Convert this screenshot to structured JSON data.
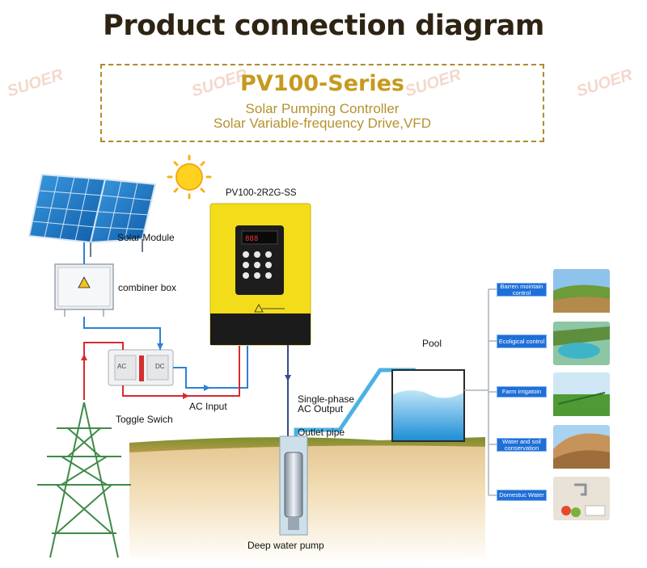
{
  "header": {
    "title": "Product connection diagram",
    "series_title": "PV100-Series",
    "subtitle_line1": "Solar Pumping Controller",
    "subtitle_line2": "Solar Variable-frequency Drive,VFD"
  },
  "watermark": "SUOER",
  "labels": {
    "solar_module": "Solar Module",
    "combiner_box": "combiner box",
    "model": "PV100-2R2G-SS",
    "toggle_switch": "Toggle Swich",
    "ac_input": "AC Input",
    "single_phase_line1": "Single-phase",
    "single_phase_line2": "AC Output",
    "outlet_pipe": "Outlet pipe",
    "pool": "Pool",
    "deep_water_pump": "Deep water pump"
  },
  "switch_labels": {
    "left": "AC",
    "right": "DC"
  },
  "applications": [
    {
      "label": "Barren mointain control",
      "image": "barren-mountain-photo"
    },
    {
      "label": "Ecoligical control",
      "image": "ecological-lake-photo"
    },
    {
      "label": "Farm irrigatoin",
      "image": "farm-irrigation-photo"
    },
    {
      "label": "Water and soil conservation",
      "image": "soil-conservation-photo"
    },
    {
      "label": "Domestuc Water",
      "image": "domestic-water-photo"
    }
  ],
  "colors": {
    "title": "#2e2414",
    "series_accent": "#c69a1e",
    "dc_line": "#2f7fd8",
    "ac_line": "#d8292f",
    "controller_body": "#f3dd1a",
    "label_box": "#1f6fd8"
  }
}
